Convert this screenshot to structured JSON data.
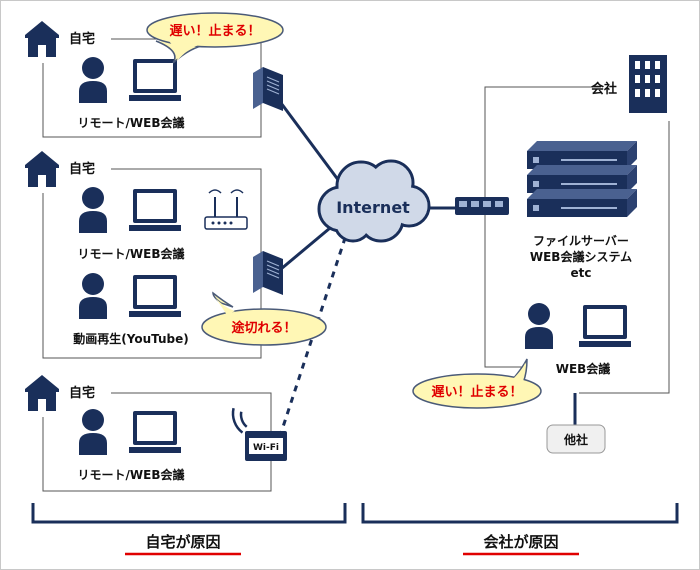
{
  "colors": {
    "navy": "#1a2f5a",
    "frame": "#555555",
    "bubble_fill": "#fff7b5",
    "bubble_stroke": "#4a5a78",
    "alert_text": "#e00000",
    "cloud": "#d0d9e8",
    "underline": "#e00000"
  },
  "homes": [
    {
      "label": "自宅",
      "devices": [
        {
          "caption": "リモート/WEB会議"
        }
      ]
    },
    {
      "label": "自宅",
      "devices": [
        {
          "caption": "リモート/WEB会議"
        },
        {
          "caption": "動画再生(YouTube)"
        }
      ]
    },
    {
      "label": "自宅",
      "devices": [
        {
          "caption": "リモート/WEB会議"
        }
      ]
    }
  ],
  "bubbles": {
    "home1": "遅い！止まる！",
    "home2": "途切れる！",
    "office": "遅い！止まる！"
  },
  "internet": {
    "label": "Internet"
  },
  "wifi": {
    "label": "Wi-Fi"
  },
  "office": {
    "label": "会社",
    "server_lines": [
      "ファイルサーバー",
      "WEB会議システム",
      "etc"
    ],
    "pc_caption": "WEB会議",
    "other_label": "他社"
  },
  "bottom": {
    "home_cause": "自宅が原因",
    "office_cause": "会社が原因"
  }
}
